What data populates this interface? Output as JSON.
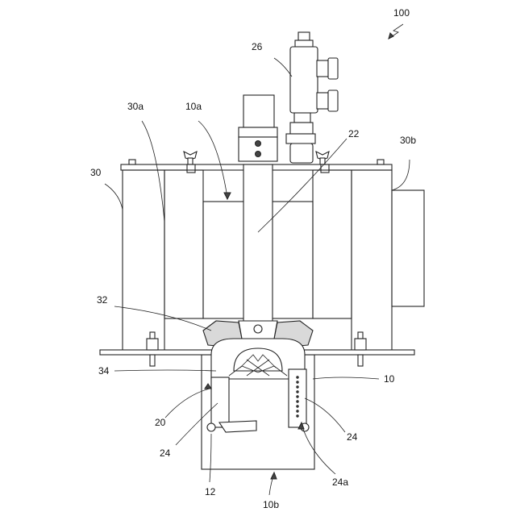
{
  "labels": {
    "l100": "100",
    "l26": "26",
    "l30a": "30a",
    "l10a": "10a",
    "l22": "22",
    "l30b": "30b",
    "l30": "30",
    "l32": "32",
    "l34": "34",
    "l10": "10",
    "l20": "20",
    "l24_left": "24",
    "l24_right": "24",
    "l12": "12",
    "l24a": "24a",
    "l10b": "10b"
  }
}
